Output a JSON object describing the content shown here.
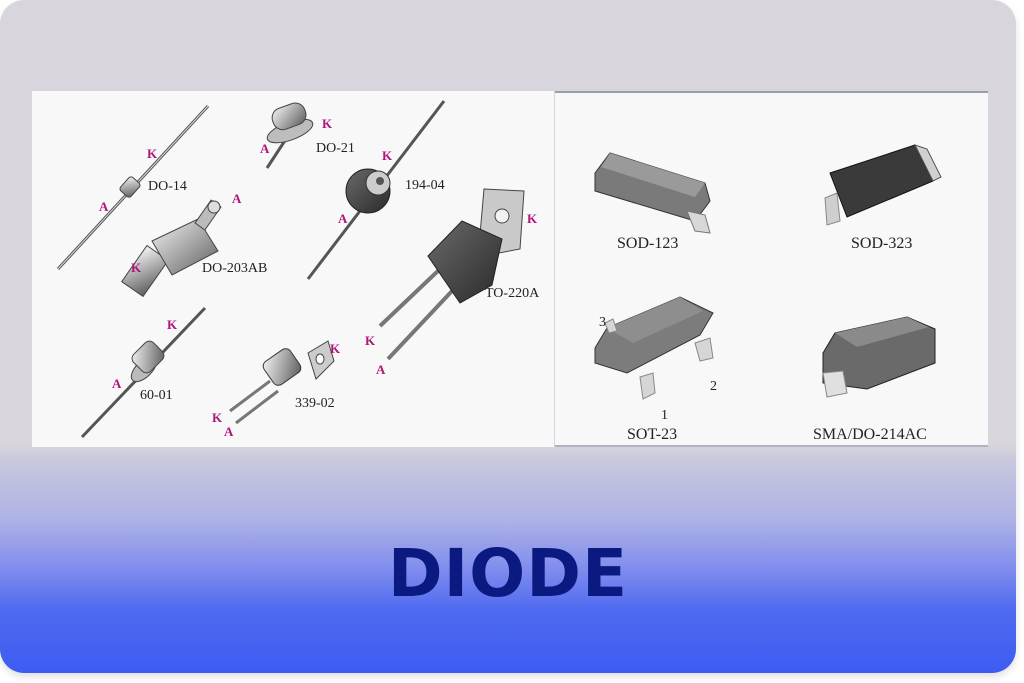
{
  "title": "DIODE",
  "colors": {
    "title_text": "#0b1a80",
    "pin_label": "#b0167a",
    "gradient_top": "#d8d6dc",
    "gradient_bottom": "#3d5cf2",
    "panel_bg": "#f8f8f8"
  },
  "through_hole_packages": [
    {
      "name": "DO-14",
      "pins": {
        "anode": "A",
        "cathode": "K"
      }
    },
    {
      "name": "DO-21",
      "pins": {
        "anode": "A",
        "cathode": "K"
      }
    },
    {
      "name": "194-04",
      "pins": {
        "anode": "A",
        "cathode": "K"
      }
    },
    {
      "name": "DO-203AB",
      "pins": {
        "anode": "A",
        "cathode": "K"
      }
    },
    {
      "name": "TO-220A",
      "pins": {
        "anode": "A",
        "cathode": "K",
        "tab": "K"
      }
    },
    {
      "name": "60-01",
      "pins": {
        "anode": "A",
        "cathode": "K"
      }
    },
    {
      "name": "339-02",
      "pins": {
        "anode": "A",
        "cathode": "K",
        "tab": "K"
      }
    }
  ],
  "smd_packages": [
    {
      "name": "SOD-123"
    },
    {
      "name": "SOD-323"
    },
    {
      "name": "SOT-23",
      "pin_numbers": [
        "1",
        "2",
        "3"
      ]
    },
    {
      "name": "SMA/DO-214AC"
    }
  ]
}
